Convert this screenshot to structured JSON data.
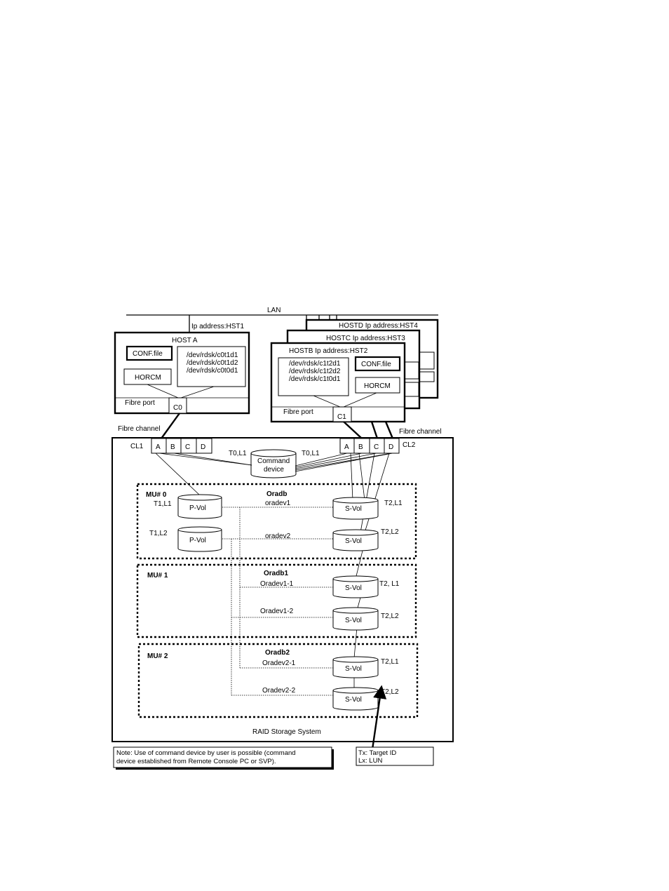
{
  "lan": {
    "label": "LAN"
  },
  "host_a": {
    "ip_label": "Ip address:HST1",
    "title": "HOST A",
    "conf_file": "CONF.file",
    "horcm": "HORCM",
    "devices": [
      "/dev/rdsk/c0t1d1",
      "/dev/rdsk/c0t1d2",
      "/dev/rdsk/c0t0d1"
    ],
    "fibre_port_label": "Fibre port",
    "port": "C0"
  },
  "host_d": {
    "title": "HOSTD Ip address:HST4"
  },
  "host_c": {
    "title": "HOSTC Ip address:HST3"
  },
  "host_b": {
    "title": "HOSTB Ip address:HST2",
    "conf_file": "CONF.file",
    "horcm": "HORCM",
    "devices": [
      "/dev/rdsk/c1t2d1",
      "/dev/rdsk/c1t2d2",
      "/dev/rdsk/c1t0d1"
    ],
    "fibre_port_label": "Fibre port",
    "port": "C1"
  },
  "fibre_channel_left": "Fibre channel",
  "fibre_channel_right": "Fibre channel",
  "storage": {
    "cl1_label": "CL1",
    "cl1_ports": [
      "A",
      "B",
      "C",
      "D"
    ],
    "cl2_label": "CL2",
    "cl2_ports": [
      "A",
      "B",
      "C",
      "D"
    ],
    "cmd_left_label": "T0,L1",
    "cmd_right_label": "T0,L1",
    "command_device": [
      "Command",
      "device"
    ],
    "footer": "RAID Storage System"
  },
  "mu0": {
    "label": "MU# 0",
    "group": "Oradb",
    "pvol1_label": "T1,L1",
    "pvol2_label": "T1,L2",
    "pvol": "P-Vol",
    "dev1": "oradev1",
    "dev2": "oradev2",
    "svol": "S-Vol",
    "svol1_label": "T2,L1",
    "svol2_label": "T2,L2"
  },
  "mu1": {
    "label": "MU# 1",
    "group": "Oradb1",
    "dev1": "Oradev1-1",
    "dev2": "Oradev1-2",
    "svol": "S-Vol",
    "svol1_label": "T2, L1",
    "svol2_label": "T2,L2"
  },
  "mu2": {
    "label": "MU# 2",
    "group": "Oradb2",
    "dev1": "Oradev2-1",
    "dev2": "Oradev2-2",
    "svol": "S-Vol",
    "svol1_label": "T2,L1",
    "svol2_label": "T2,L2"
  },
  "note": {
    "line1": "Note: Use of command device by user is possible (command",
    "line2": "device established from Remote Console PC or SVP)."
  },
  "legend": {
    "target": "Tx: Target ID",
    "lun": "Lx: LUN"
  }
}
